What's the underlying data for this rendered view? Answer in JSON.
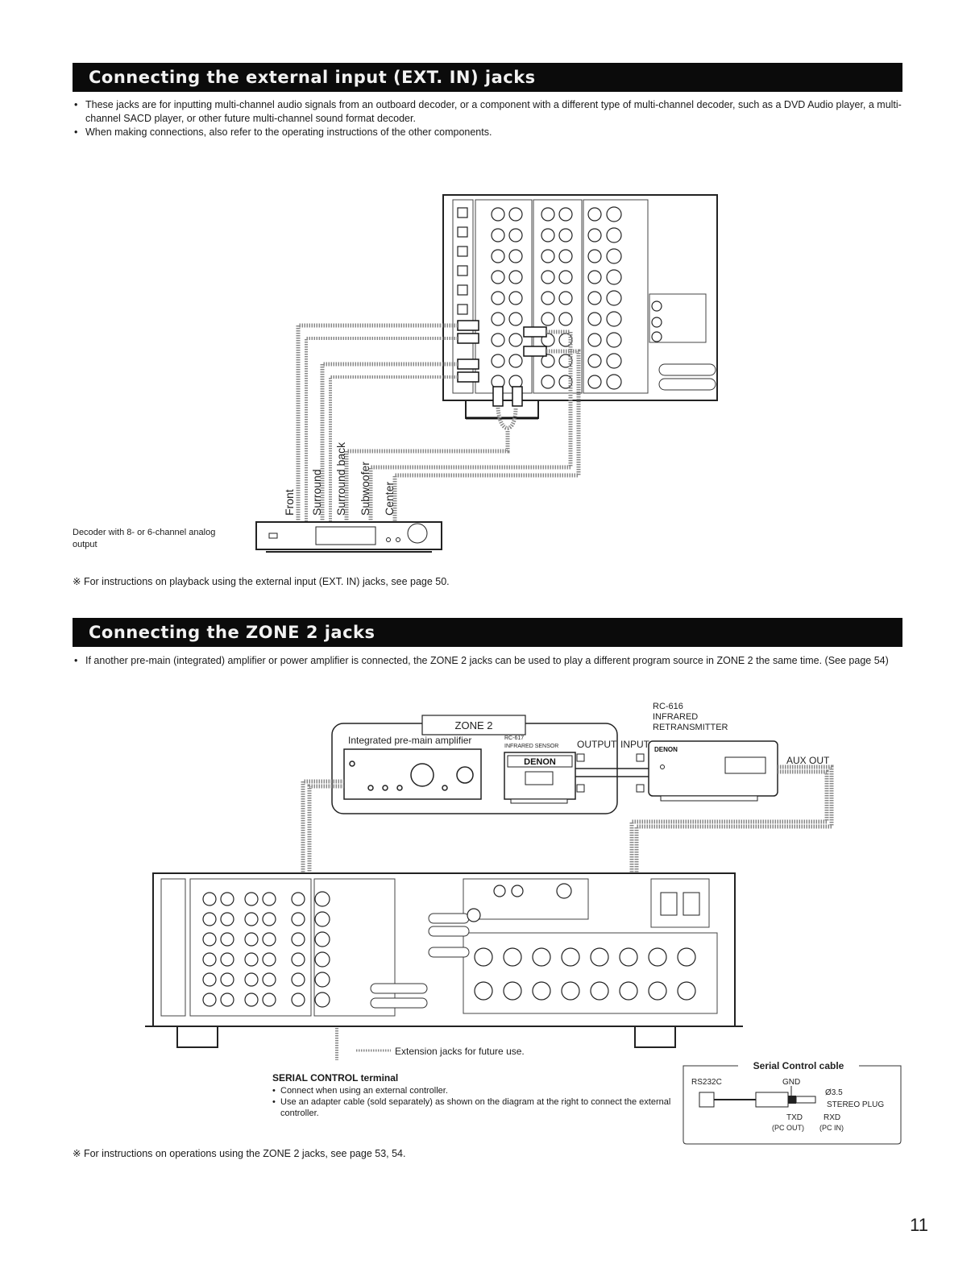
{
  "section1": {
    "title": "Connecting the external input (EXT. IN) jacks",
    "bullets": [
      "These jacks are for inputting multi-channel audio signals from an outboard decoder, or a component with a different type of multi-channel decoder, such as a DVD Audio player, a multi-channel SACD player, or other future multi-channel sound format decoder.",
      "When making connections, also refer to the operating instructions of the other components."
    ],
    "diagram": {
      "decoder_label": "Decoder with 8- or 6-channel analog output",
      "cables": [
        "Front",
        "Surround",
        "Surround back",
        "Subwoofer",
        "Center"
      ]
    },
    "note": "※ For instructions on playback using the external input (EXT. IN) jacks, see page 50."
  },
  "section2": {
    "title": "Connecting the ZONE 2 jacks",
    "bullets": [
      "If another pre-main (integrated) amplifier or power amplifier is connected, the ZONE 2 jacks can be used to play a different program source in ZONE 2 the same time. (See page 54)"
    ],
    "diagram": {
      "zone_box": "ZONE 2",
      "amp_label": "Integrated pre-main amplifier",
      "retransmitter": [
        "RC-616",
        "INFRARED",
        "RETRANSMITTER"
      ],
      "sensor_model": "RC-617",
      "sensor_label": "INFRARED SENSOR",
      "output": "OUTPUT",
      "input": "INPUT",
      "brand": "DENON",
      "aux_out": "AUX OUT",
      "extension": "Extension jacks for future use."
    },
    "serial_terminal": {
      "title": "SERIAL CONTROL terminal",
      "items": [
        "Connect when using an external controller.",
        "Use an adapter cable (sold separately) as shown on the diagram at the right to connect the external controller."
      ]
    },
    "serial_cable": {
      "title": "Serial Control cable",
      "rs232c": "RS232C",
      "gnd": "GND",
      "size": "Ø3.5",
      "plug": "STEREO PLUG",
      "txd": "TXD",
      "rxd": "RXD",
      "pc_out": "(PC OUT)",
      "pc_in": "(PC IN)"
    },
    "note": "※ For instructions on operations using the ZONE 2 jacks, see page 53, 54."
  },
  "page_number": "11"
}
